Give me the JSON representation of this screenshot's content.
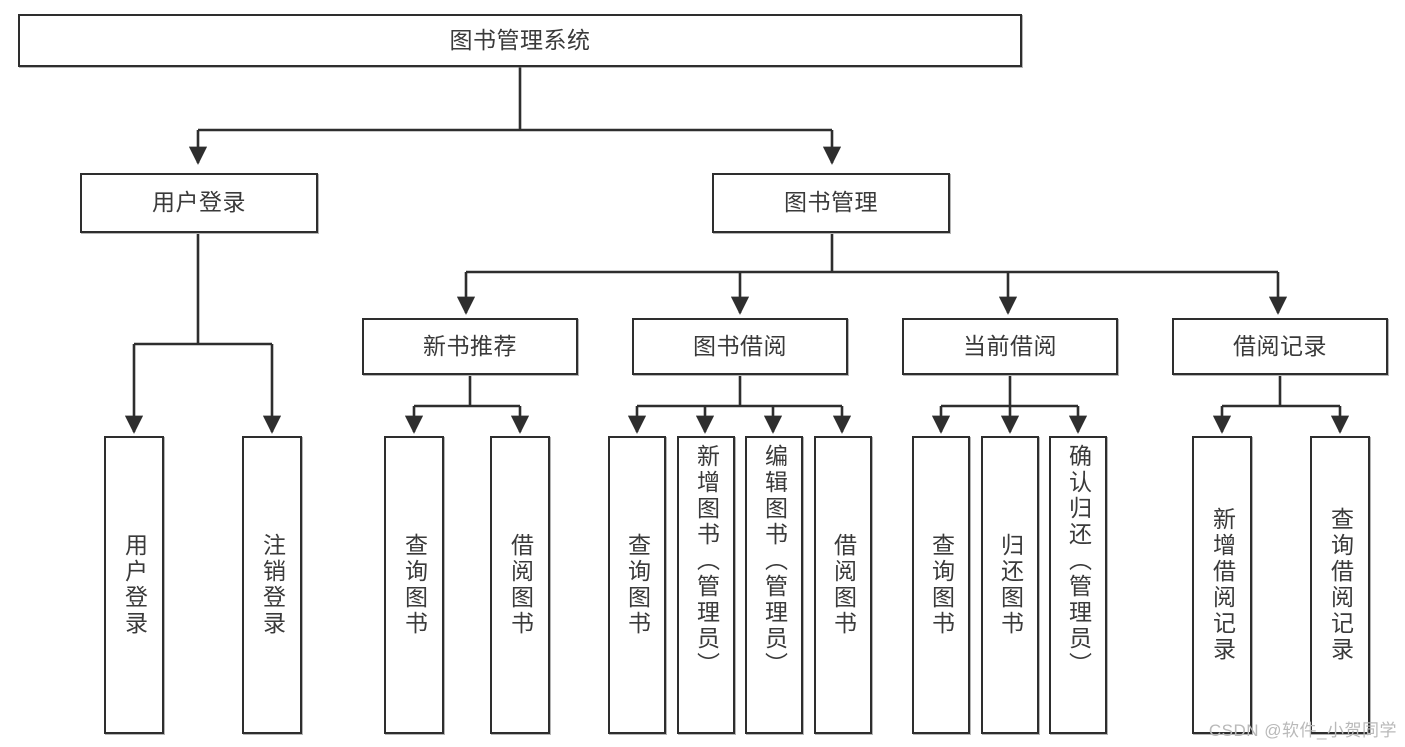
{
  "diagram": {
    "type": "tree",
    "title": "图书管理系统",
    "root": {
      "label": "图书管理系统"
    },
    "level1": [
      {
        "label": "用户登录"
      },
      {
        "label": "图书管理"
      }
    ],
    "level2": [
      {
        "label": "新书推荐"
      },
      {
        "label": "图书借阅"
      },
      {
        "label": "当前借阅"
      },
      {
        "label": "借阅记录"
      }
    ],
    "leaves": {
      "user_login": [
        {
          "label": "用户登录"
        },
        {
          "label": "注销登录"
        }
      ],
      "new_book": [
        {
          "label": "查询图书"
        },
        {
          "label": "借阅图书"
        }
      ],
      "book_borrow": [
        {
          "label": "查询图书"
        },
        {
          "label": "新增图书（管理员）"
        },
        {
          "label": "编辑图书（管理员）"
        },
        {
          "label": "借阅图书"
        }
      ],
      "current_borrow": [
        {
          "label": "查询图书"
        },
        {
          "label": "归还图书"
        },
        {
          "label": "确认归还（管理员）"
        }
      ],
      "borrow_record": [
        {
          "label": "新增借阅记录"
        },
        {
          "label": "查询借阅记录"
        }
      ]
    }
  },
  "watermark": {
    "text": "CSDN @软件_小贺同学"
  },
  "colors": {
    "border": "#2e2e2e",
    "text": "#3a3a3a",
    "background": "#ffffff",
    "edge": "#2e2e2e",
    "watermark": "#b9b9b9"
  }
}
